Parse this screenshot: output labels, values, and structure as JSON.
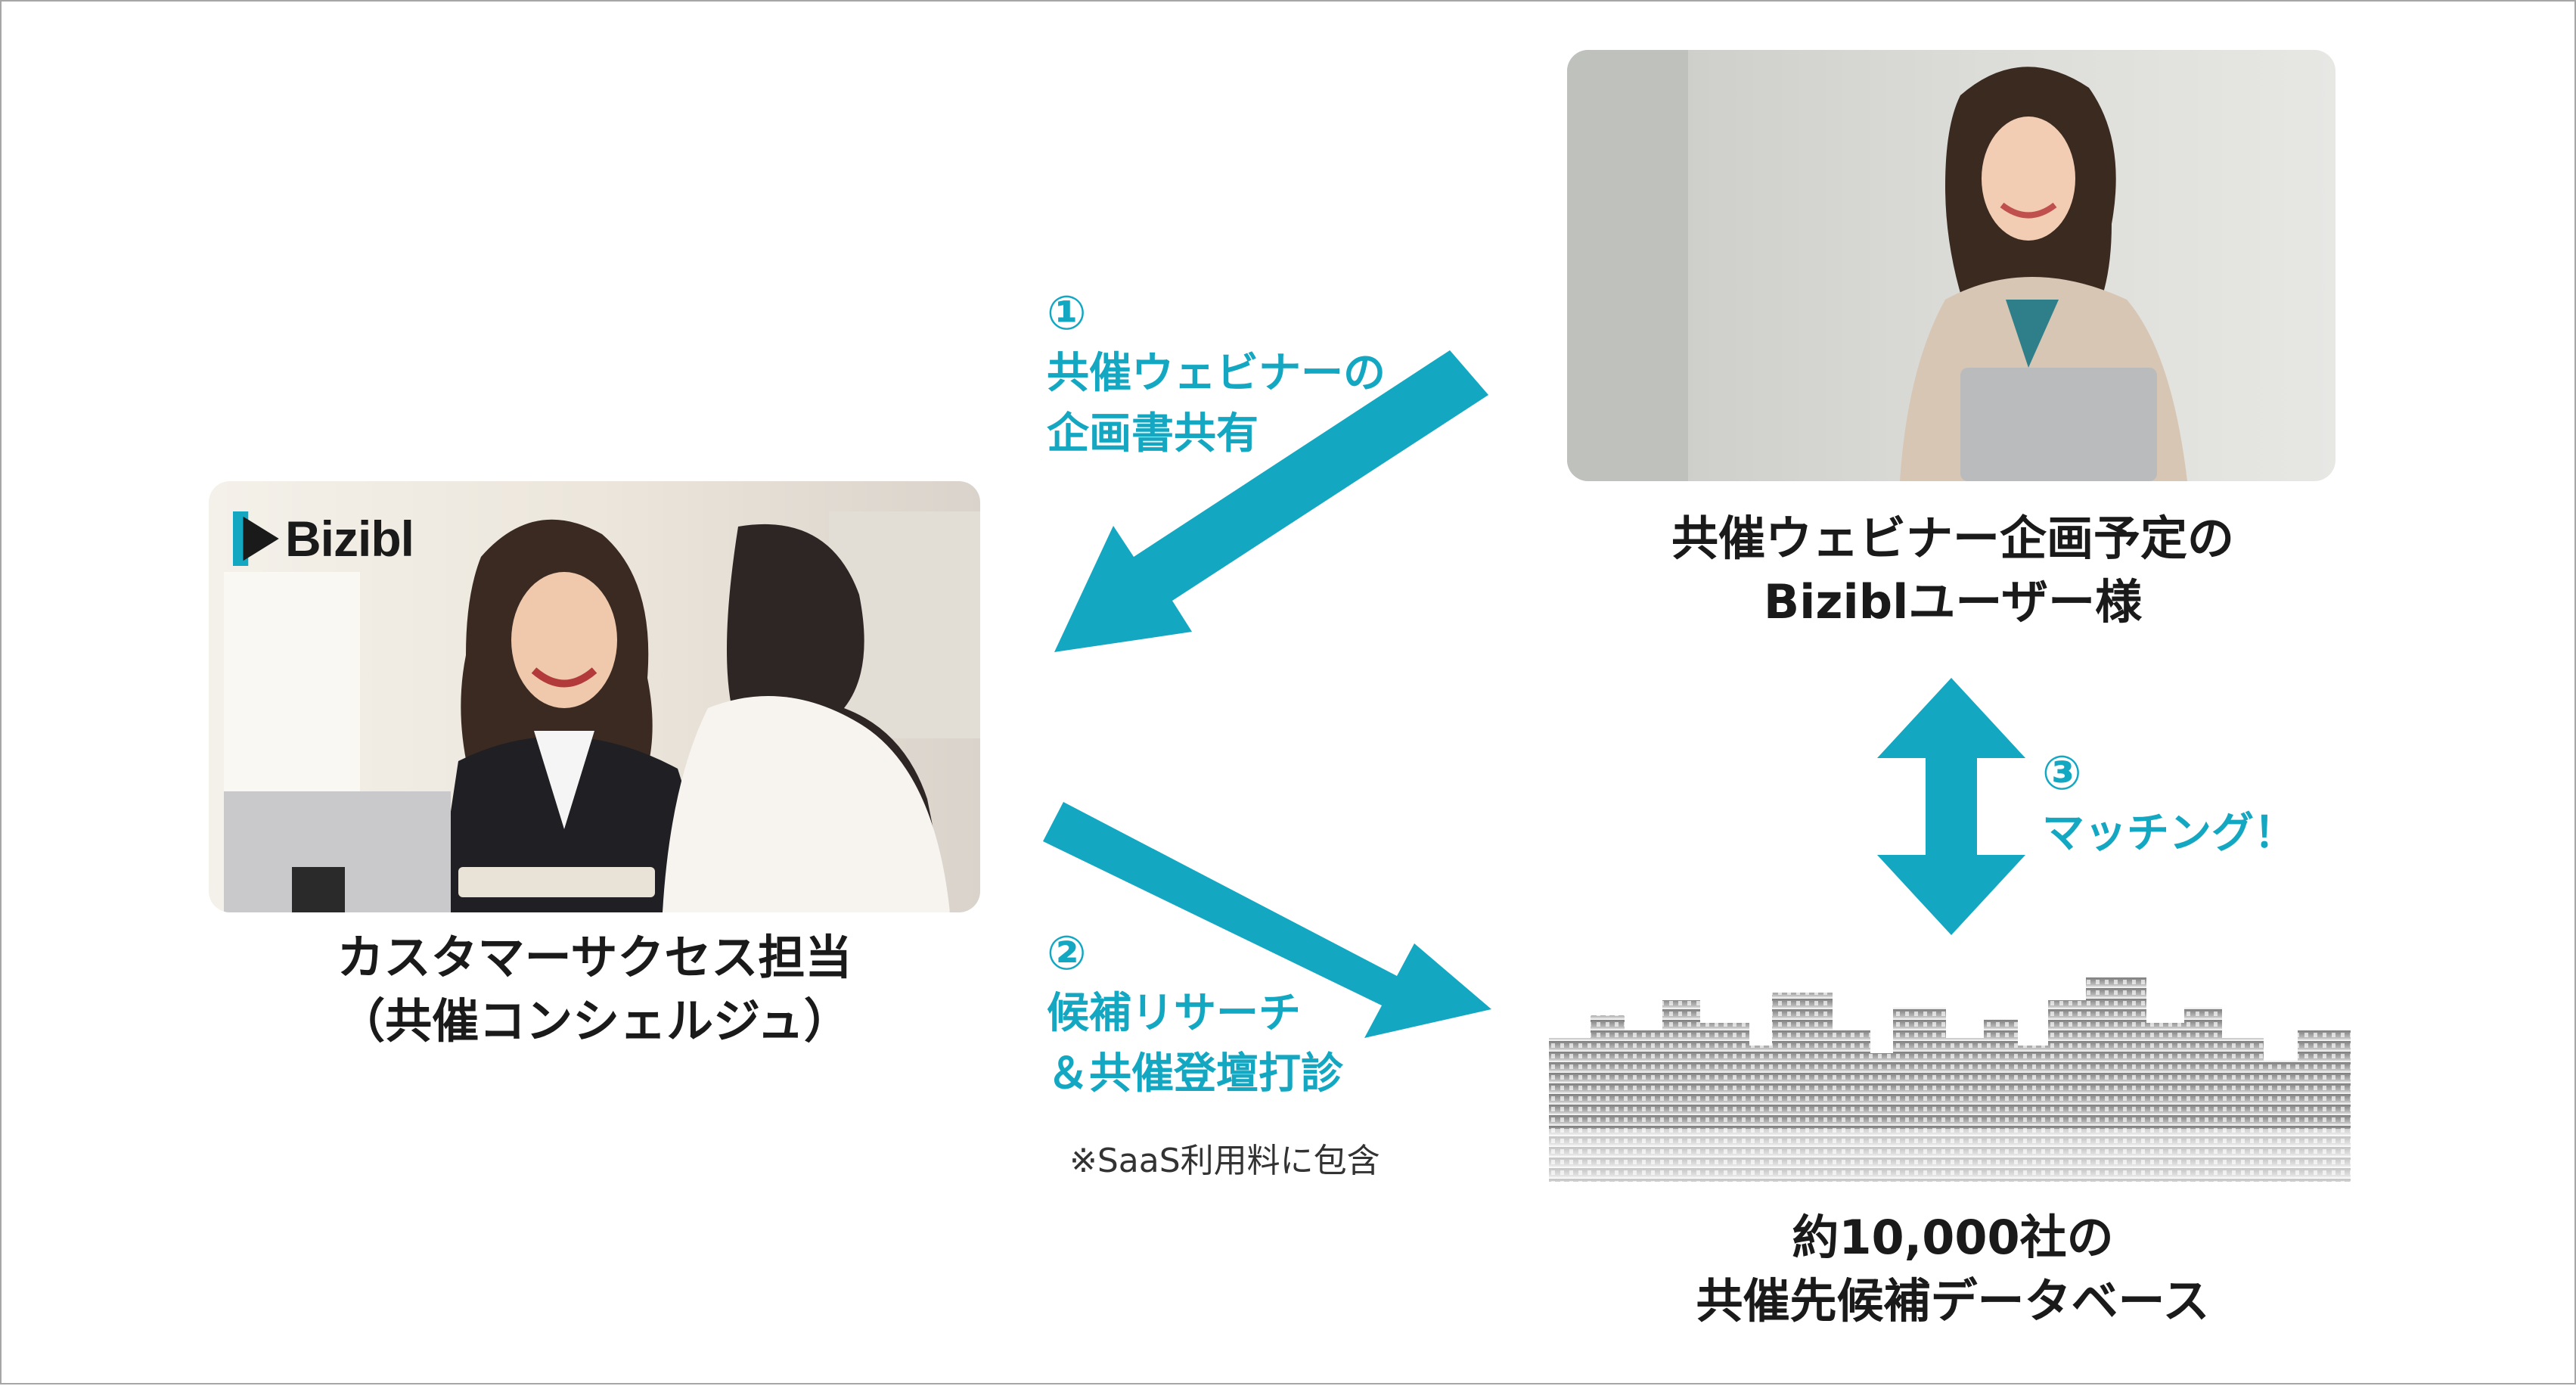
{
  "cs_photo": {
    "logo_text": "Bizibl"
  },
  "captions": {
    "cs": [
      "カスタマーサクセス担当",
      "（共催コンシェルジュ）"
    ],
    "user": [
      "共催ウェビナー企画予定の",
      "Biziblユーザー様"
    ],
    "db": [
      "約10,000社の",
      "共催先候補データベース"
    ]
  },
  "steps": {
    "s1": {
      "num": "①",
      "lines": [
        "共催ウェビナーの",
        "企画書共有"
      ]
    },
    "s2": {
      "num": "②",
      "lines": [
        "候補リサーチ",
        "＆共催登壇打診"
      ]
    },
    "s3": {
      "num": "③",
      "lines": [
        "マッチング！"
      ]
    }
  },
  "note": "※SaaS利用料に包含",
  "colors": {
    "accent": "#14a7c2",
    "text": "#1a1a1a",
    "frame": "#a6a6a6"
  },
  "icons": [
    "bizibl-logo-icon",
    "arrow-share-icon",
    "arrow-research-icon",
    "arrow-matching-icon",
    "city-skyline-icon"
  ]
}
